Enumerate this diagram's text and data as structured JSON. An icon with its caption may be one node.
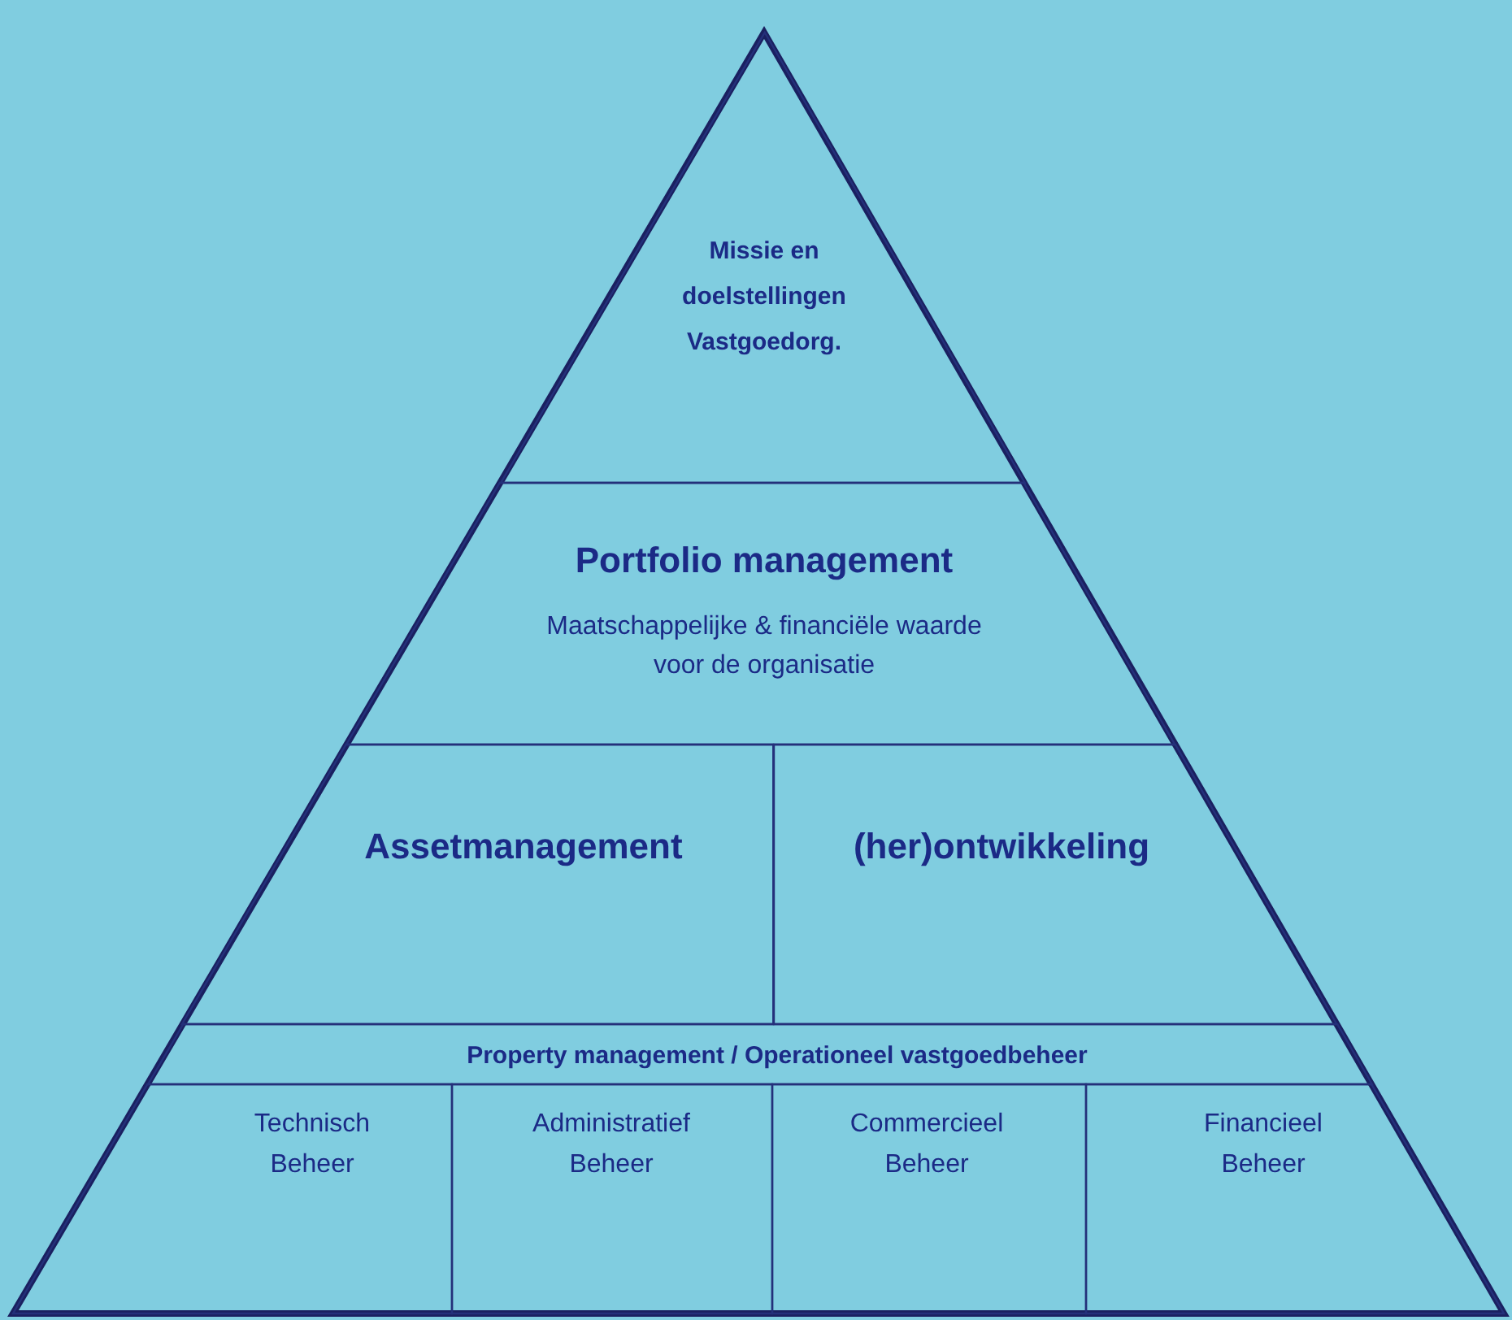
{
  "diagram": {
    "nodes": [
      {
        "text": [
          "Missie en doelstellingen Vastgoedorg."
        ]
      },
      {
        "text": [
          "Portfolio management",
          "Maatschappelijke & financiële waarde voor de organisatie"
        ]
      },
      {
        "text": [
          "Assetmanagement"
        ]
      },
      {
        "text": [
          "(her)ontwikkeling"
        ]
      },
      {
        "text": [
          "Property management / Operationeel vastgoedbeheer"
        ]
      },
      {
        "text": [
          "Technisch Beheer"
        ]
      },
      {
        "text": [
          "Administratief Beheer"
        ]
      },
      {
        "text": [
          "Commercieel Beheer"
        ]
      },
      {
        "text": [
          "Financieel Beheer"
        ]
      }
    ]
  }
}
